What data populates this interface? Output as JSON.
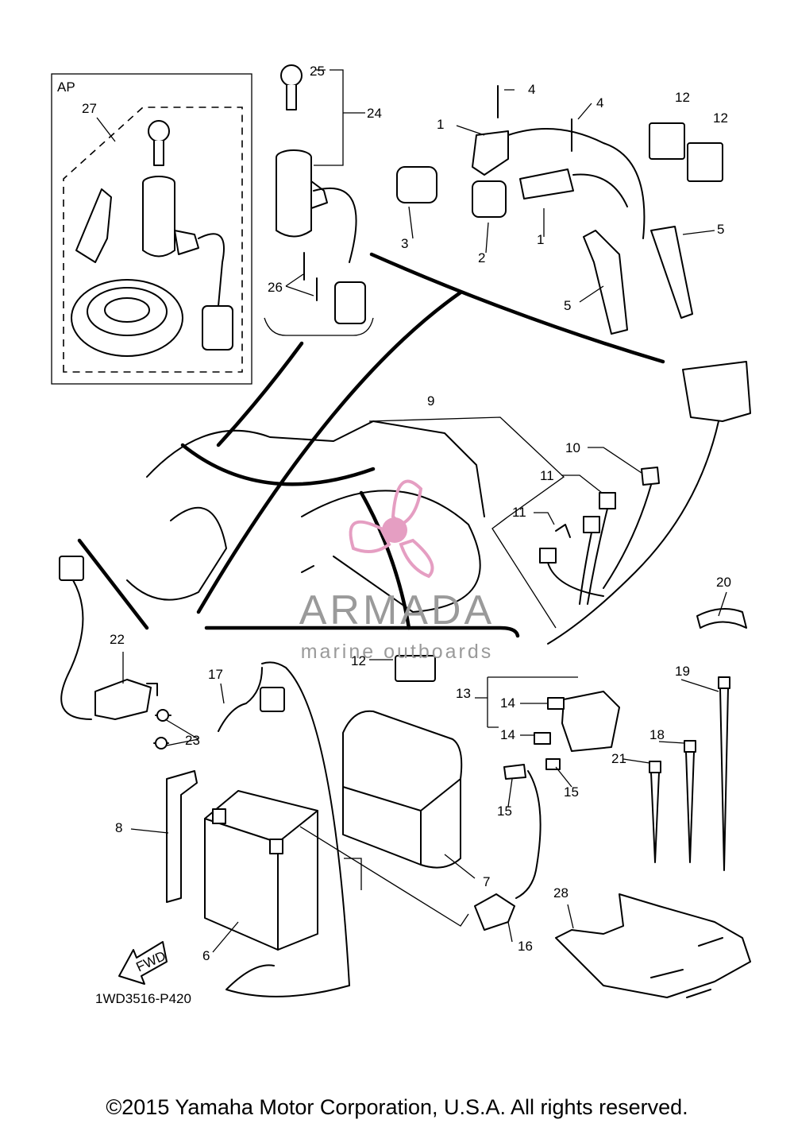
{
  "diagram": {
    "ap_label": "AP",
    "code": "1WD3516-P420",
    "fwd": "FWD",
    "callouts": [
      "1",
      "1",
      "2",
      "3",
      "4",
      "4",
      "5",
      "5",
      "6",
      "7",
      "8",
      "9",
      "10",
      "11",
      "11",
      "12",
      "12",
      "12",
      "13",
      "14",
      "14",
      "15",
      "15",
      "16",
      "17",
      "19",
      "18",
      "20",
      "21",
      "22",
      "23",
      "24",
      "25",
      "26",
      "27",
      "28"
    ]
  },
  "watermark": {
    "title": "ARMADA",
    "subtitle": "marine outboards",
    "color": "#e59ec2"
  },
  "copyright": "©2015 Yamaha Motor Corporation, U.S.A. All rights reserved."
}
